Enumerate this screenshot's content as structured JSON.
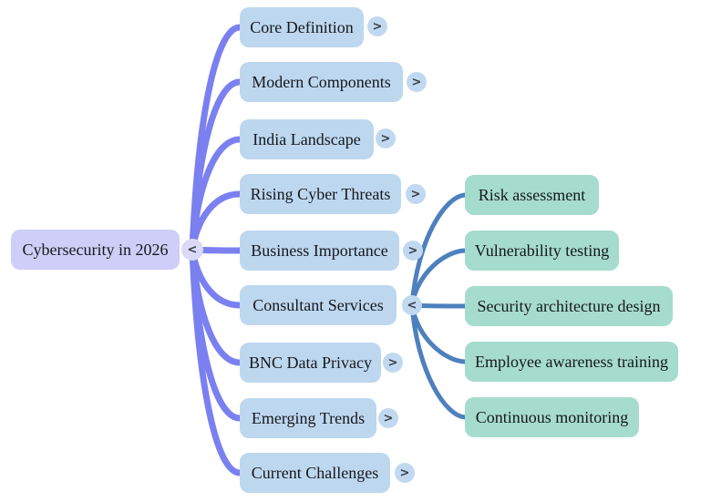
{
  "diagram": {
    "type": "mindmap",
    "root": {
      "label": "Cybersecurity in 2026",
      "toggle": "<"
    },
    "branches": [
      {
        "label": "Core Definition",
        "toggle": ">"
      },
      {
        "label": "Modern Components",
        "toggle": ">"
      },
      {
        "label": "India Landscape",
        "toggle": ">"
      },
      {
        "label": "Rising Cyber Threats",
        "toggle": ">"
      },
      {
        "label": "Business Importance",
        "toggle": ">"
      },
      {
        "label": "Consultant Services",
        "toggle": "<",
        "children": [
          {
            "label": "Risk assessment"
          },
          {
            "label": "Vulnerability testing"
          },
          {
            "label": "Security architecture design"
          },
          {
            "label": "Employee awareness training"
          },
          {
            "label": "Continuous monitoring"
          }
        ]
      },
      {
        "label": "BNC Data Privacy",
        "toggle": ">"
      },
      {
        "label": "Emerging Trends",
        "toggle": ">"
      },
      {
        "label": "Current Challenges",
        "toggle": ">"
      }
    ],
    "colors": {
      "root_fill": "#cfcef8",
      "branch_fill": "#bdd7ef",
      "child_fill": "#a6dccd",
      "root_link": "#7b80f0",
      "child_link": "#4d80bd",
      "text": "#16181d",
      "toggle_glyph": "#394049"
    }
  }
}
